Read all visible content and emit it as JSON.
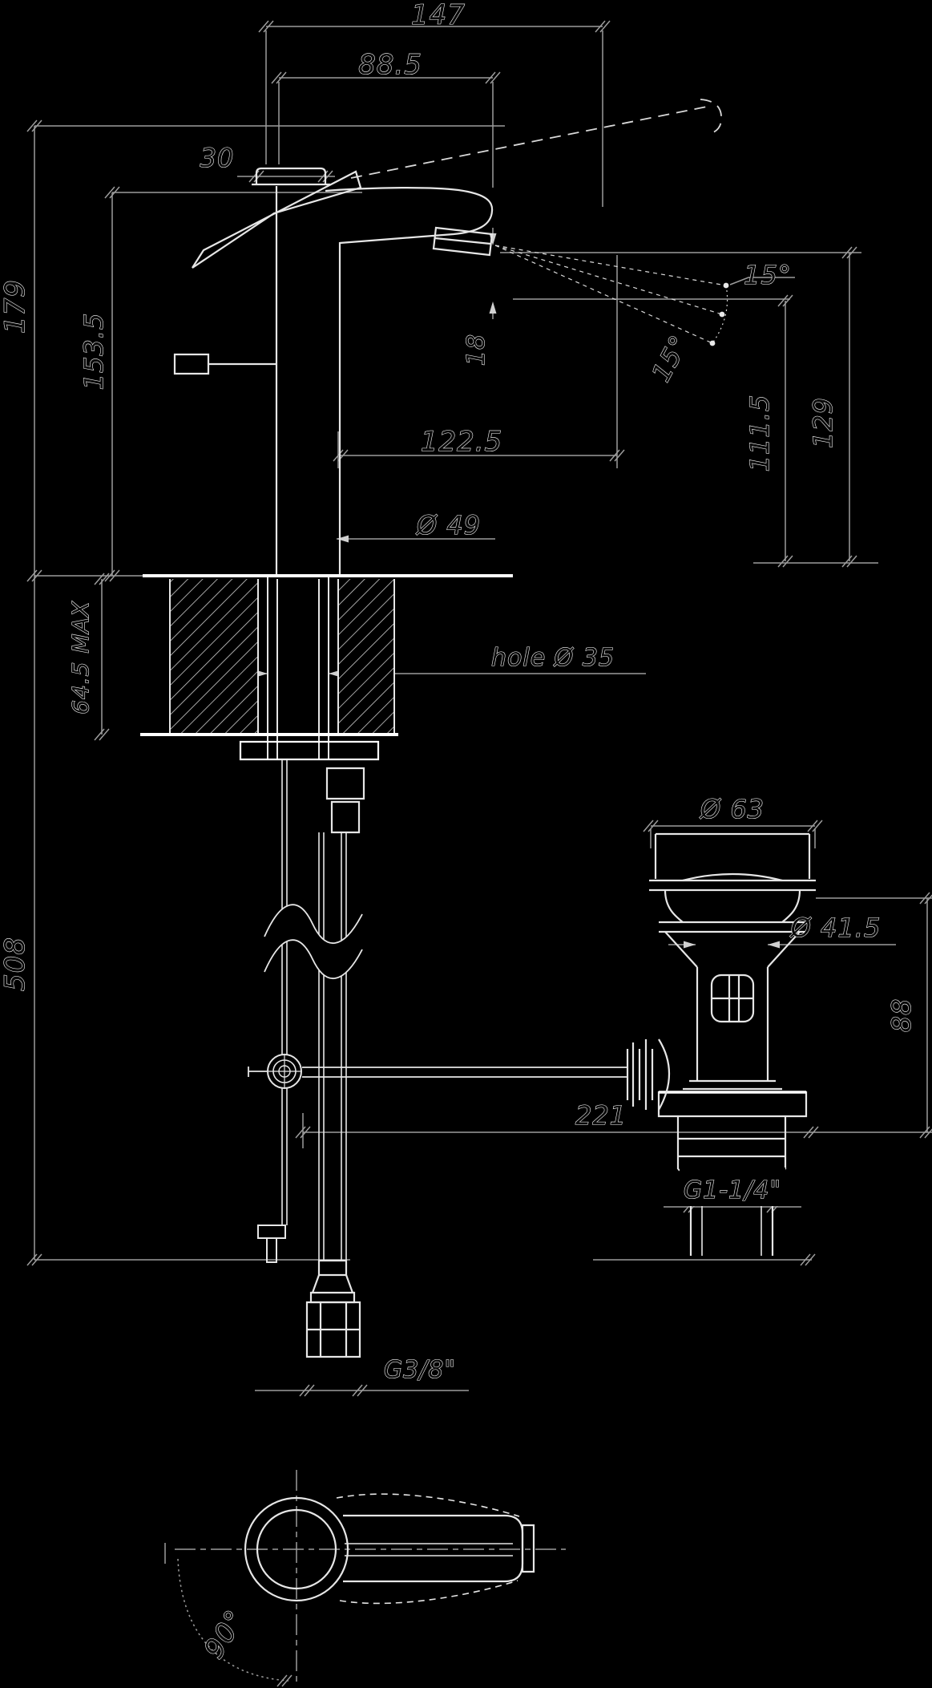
{
  "drawing": {
    "type": "technical-dimension-drawing",
    "subject": "single-lever bidet mixer with pop-up waste, side elevation, installation section and handle plan view",
    "units": "mm",
    "colors": {
      "background": "#000000",
      "object_line": "#e6e6e6",
      "bright_line": "#ffffff",
      "dimension_line": "#9c9c9c"
    },
    "dims": {
      "d147": "147",
      "d88_5": "88.5",
      "d30": "30",
      "d179": "179",
      "d153_5": "153.5",
      "d122_5": "122.5",
      "d49": "Ø 49",
      "d18": "18",
      "a15_top": "15°",
      "a15_mid": "15°",
      "d111_5": "111.5",
      "d129": "129",
      "d64_5": "64.5 MAX",
      "hole35": "hole Ø 35",
      "d63": "Ø 63",
      "d41_5": "Ø 41.5",
      "d88": "88",
      "d508": "508",
      "g114": "G1-1/4\"",
      "d221": "221",
      "g38": "G3/8\"",
      "a90": "90°"
    }
  }
}
